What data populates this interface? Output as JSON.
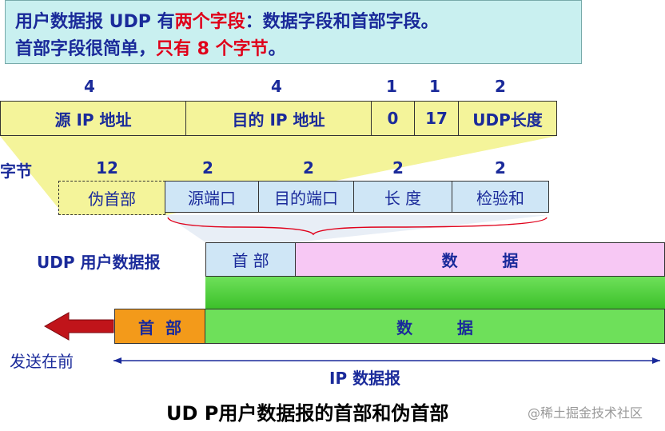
{
  "title": {
    "line1_a": "用户数据报 UDP 有",
    "line1_red": "两个字段",
    "line1_b": "：数据字段和首部字段。",
    "line2_a": "首部字段很简单，",
    "line2_red": "只有 8 个字节",
    "line2_b": "。"
  },
  "ip_header": {
    "byte_counts": [
      "4",
      "4",
      "1",
      "1",
      "2"
    ],
    "fields": [
      "源 IP 地址",
      "目的 IP 地址",
      "0",
      "17",
      "UDP长度"
    ]
  },
  "pseudo_header_label": "伪首部",
  "bytes_label": "字节",
  "udp_header": {
    "byte_counts": [
      "12",
      "2",
      "2",
      "2",
      "2"
    ],
    "fields": [
      "源端口",
      "目的端口",
      "长  度",
      "检验和"
    ]
  },
  "udp_datagram": {
    "label": "UDP 用户数据报",
    "header": "首  部",
    "data": "数        据"
  },
  "ip_datagram": {
    "header": "首  部",
    "data": "数        据",
    "label": "IP 数据报"
  },
  "send_label": "发送在前",
  "caption": "UD P用户数据报的首部和伪首部",
  "watermark": "@稀土掘金技术社区",
  "colors": {
    "title_bg": "#c9f0f0",
    "ip_header_fill": "#f4f49a",
    "udp_header_fill": "#cfe6f6",
    "udp_data_fill": "#f7c8f4",
    "ip_header_box": "#f39a1a",
    "ip_data_box": "#6ee05a",
    "text_blue": "#1a2a9a",
    "red": "#e0001a"
  }
}
